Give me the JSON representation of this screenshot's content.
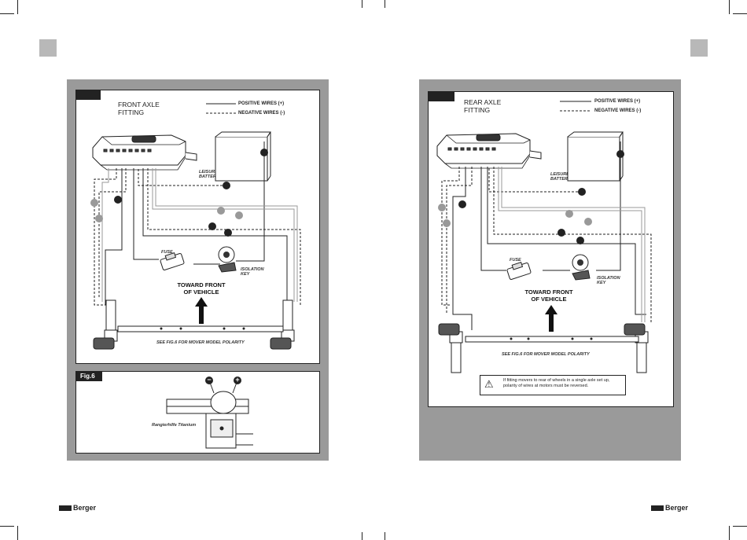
{
  "left_panel": {
    "title": "FRONT AXLE\nFITTING",
    "legend_positive": "POSITIVE WIRES (+)",
    "legend_negative": "NEGATIVE WIRES (-)",
    "battery_label": "LEISURE\nBATTERY",
    "fuse_label": "FUSE",
    "isolation_label": "ISOLATION\nKEY",
    "toward_label": "TOWARD FRONT\nOF VEHICLE",
    "polarity_note": "SEE FIG.6 FOR MOVER MODEL POLARITY"
  },
  "fig6": {
    "label": "Fig.6",
    "model_label": "Rangierhilfe Titanium",
    "minus": "−",
    "plus": "+"
  },
  "right_panel": {
    "title": "REAR AXLE\nFITTING",
    "legend_positive": "POSITIVE WIRES (+)",
    "legend_negative": "NEGATIVE WIRES (-)",
    "battery_label": "LEISURE\nBATTERY",
    "fuse_label": "FUSE",
    "isolation_label": "ISOLATION\nKEY",
    "toward_label": "TOWARD FRONT\nOF VEHICLE",
    "polarity_note": "SEE FIG.6 FOR MOVER MODEL POLARITY",
    "warning": "If fitting movers to rear of wheels in a single axle set up,\npolarity of wires at motors must be reversed."
  },
  "brand": "Berger",
  "colors": {
    "frame": "#9a9a9a",
    "tab": "#b8b8b8",
    "ink": "#222222"
  }
}
